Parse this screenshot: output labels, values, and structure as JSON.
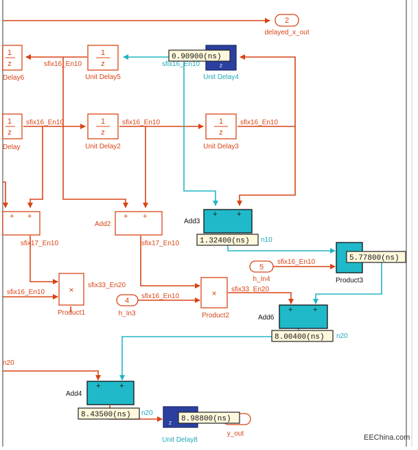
{
  "blocks": {
    "unit_delay6": "Delay6",
    "unit_delay5": "Unit Delay5",
    "unit_delay4": "Unit Delay4",
    "unit_delay": "Delay",
    "unit_delay2": "Unit Delay2",
    "unit_delay3": "Unit Delay3",
    "add2": "Add2",
    "add3": "Add3",
    "add4": "Add4",
    "add6": "Add6",
    "product1": "Product1",
    "product2": "Product2",
    "product3": "Product3",
    "unit_delay8": "Unit Delay8"
  },
  "ports": {
    "out2_num": "2",
    "out2_label": "delayed_x_out",
    "in4_num": "4",
    "in4_label": "h_In3",
    "in5_num": "5",
    "in5_label": "h_In4",
    "y_out_label": "y_out"
  },
  "symbols": {
    "delay_num": "1",
    "delay_den": "z",
    "plus": "+",
    "times": "×"
  },
  "signals": {
    "s1": "sfix16_En10",
    "s2": "sfix16_En10",
    "s3": "sfix16_En10",
    "s4": "sfix16_En10",
    "s5": "sfix16_En10",
    "s6": "sfix17_En10",
    "s7": "sfix17_En10",
    "s8": "sfix16_En10",
    "s9": "sfix33_En20",
    "s10": "sfix16_En10",
    "s11": "sfix33_En20",
    "s12": "sfix16_En10",
    "s13": "n10",
    "s14": "n20",
    "s15": "n20",
    "s16": "n20",
    "s17": "sfix16_En10"
  },
  "timings": {
    "t_delay4": "0.90900(ns)",
    "t_add3": "1.32400(ns)",
    "t_product3": "5.77800(ns)",
    "t_add6": "8.00400(ns)",
    "t_add4": "8.43500(ns)",
    "t_delay8": "8.98800(ns)"
  },
  "watermark": "EEChina.com",
  "colors": {
    "signal": "#d84315",
    "highlight": "#22b5c4",
    "block_fill": "#1fb9c9",
    "delay_fill": "#2b3f9e"
  }
}
